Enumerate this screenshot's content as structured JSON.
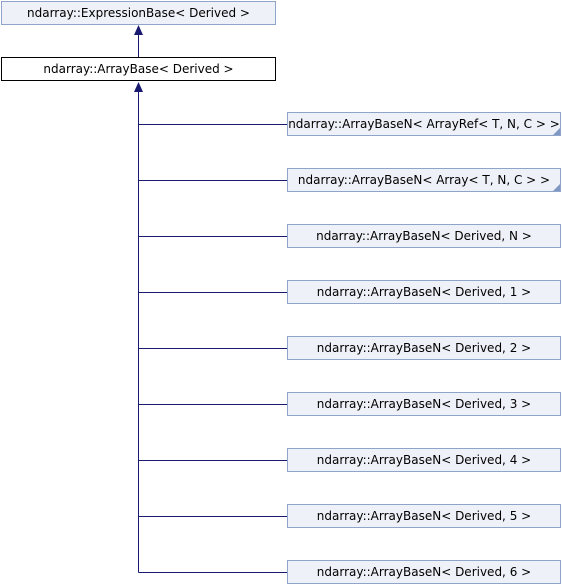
{
  "diagram": {
    "base": {
      "label": "ndarray::ExpressionBase< Derived >"
    },
    "current": {
      "label": "ndarray::ArrayBase< Derived >"
    },
    "derived": [
      {
        "label": "ndarray::ArrayBaseN< ArrayRef< T, N, C > >",
        "has_more_marker": true
      },
      {
        "label": "ndarray::ArrayBaseN< Array< T, N, C > >",
        "has_more_marker": true
      },
      {
        "label": "ndarray::ArrayBaseN< Derived, N >",
        "has_more_marker": false
      },
      {
        "label": "ndarray::ArrayBaseN< Derived, 1 >",
        "has_more_marker": false
      },
      {
        "label": "ndarray::ArrayBaseN< Derived, 2 >",
        "has_more_marker": false
      },
      {
        "label": "ndarray::ArrayBaseN< Derived, 3 >",
        "has_more_marker": false
      },
      {
        "label": "ndarray::ArrayBaseN< Derived, 4 >",
        "has_more_marker": false
      },
      {
        "label": "ndarray::ArrayBaseN< Derived, 5 >",
        "has_more_marker": false
      },
      {
        "label": "ndarray::ArrayBaseN< Derived, 6 >",
        "has_more_marker": false
      }
    ],
    "colors": {
      "edge": "#191970",
      "node_border": "#8ea4c8",
      "node_fill": "#eef1f7",
      "fold_marker": "#7f97c1"
    }
  }
}
